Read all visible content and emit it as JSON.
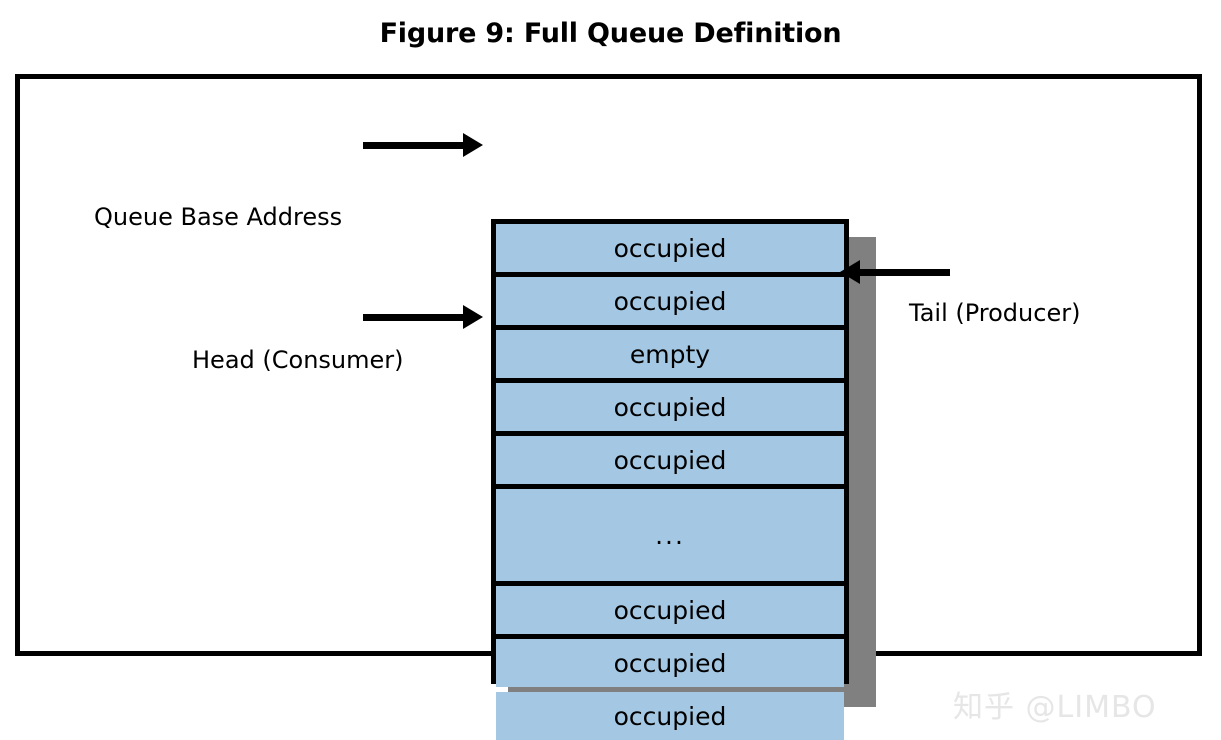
{
  "figure": {
    "title": "Figure 9: Full Queue Definition"
  },
  "queue": {
    "cells": [
      {
        "label": "occupied",
        "state": "occupied",
        "height": 48
      },
      {
        "label": "occupied",
        "state": "occupied",
        "height": 48
      },
      {
        "label": "empty",
        "state": "empty",
        "height": 48
      },
      {
        "label": "occupied",
        "state": "occupied",
        "height": 48
      },
      {
        "label": "occupied",
        "state": "occupied",
        "height": 48
      },
      {
        "label": "...",
        "state": "continuation",
        "height": 92
      },
      {
        "label": "occupied",
        "state": "occupied",
        "height": 48
      },
      {
        "label": "occupied",
        "state": "occupied",
        "height": 48
      },
      {
        "label": "occupied",
        "state": "occupied",
        "height": 48
      }
    ],
    "fill_color": "#a4c8e3",
    "border_color": "#000000",
    "shadow_color": "#808080"
  },
  "annotations": {
    "queue_base_address": "Queue Base Address",
    "head": "Head (Consumer)",
    "tail": "Tail (Producer)"
  },
  "watermark": {
    "text": "知乎 @LIMBO"
  }
}
